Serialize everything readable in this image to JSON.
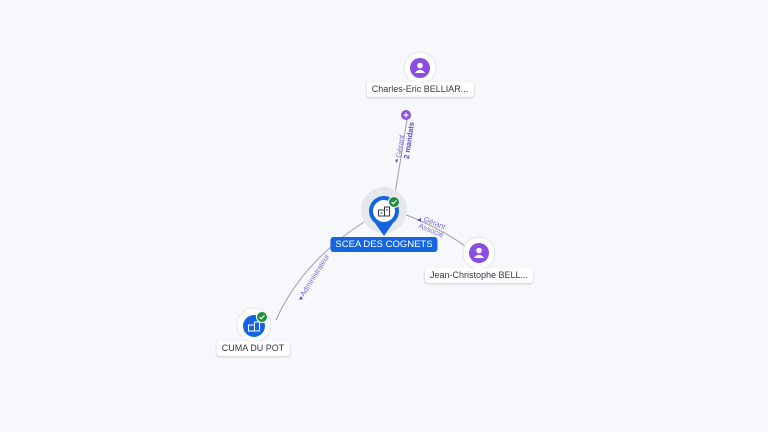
{
  "nodes": {
    "main_company": {
      "label": "SCEA DES COGNETS",
      "icon": "building-icon",
      "verified": true,
      "color": "#1565e0"
    },
    "company_cuma": {
      "label": "CUMA DU POT",
      "icon": "building-icon",
      "verified": true,
      "color": "#1565e0"
    },
    "person_charles": {
      "label": "Charles-Eric BELLIAR...",
      "icon": "person-icon",
      "color": "#8a4fe0"
    },
    "person_jean": {
      "label": "Jean-Christophe BELL...",
      "icon": "person-icon",
      "color": "#8a4fe0"
    }
  },
  "edges": {
    "charles": {
      "role": "Gérant",
      "mandates": "2 mandats",
      "expand_icon": "plus-icon"
    },
    "jean": {
      "role": "Gérant",
      "role2": "Associé"
    },
    "cuma": {
      "role": "Administrateur"
    }
  },
  "colors": {
    "accent": "#1565e0",
    "person": "#8a4fe0",
    "verified": "#1e8e3e",
    "edge": "#9aa0ad"
  }
}
